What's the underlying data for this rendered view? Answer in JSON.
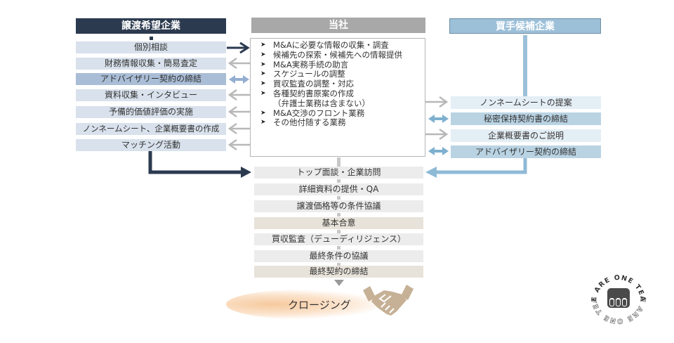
{
  "headers": {
    "seller": "譲渡希望企業",
    "us": "当社",
    "buyer": "買手候補企業"
  },
  "seller_steps": [
    {
      "label": "個別相談",
      "arrow": "right-dark"
    },
    {
      "label": "財務情報収集・簡易査定",
      "arrow": "left-gray"
    },
    {
      "label": "アドバイザリー契約の締結",
      "arrow": "both-blue"
    },
    {
      "label": "資料収集・インタビュー",
      "arrow": "left-gray"
    },
    {
      "label": "予備的価値評価の実施",
      "arrow": "left-gray"
    },
    {
      "label": "ノンネームシート、企業概要書の作成",
      "arrow": "left-gray"
    },
    {
      "label": "マッチング活動",
      "arrow": "left-gray"
    }
  ],
  "services": [
    {
      "bullet": "➤",
      "text": "M&Aに必要な情報の収集・調査"
    },
    {
      "bullet": "➤",
      "text": "候補先の探索・候補先への情報提供"
    },
    {
      "bullet": "➤",
      "text": "M&A実務手続の助言"
    },
    {
      "bullet": "➤",
      "text": "スケジュールの調整"
    },
    {
      "bullet": "➤",
      "text": "買収監査の調整・対応"
    },
    {
      "bullet": "➤",
      "text": "各種契約書原案の作成"
    },
    {
      "bullet": "",
      "text": "（弁護士業務は含まない）"
    },
    {
      "bullet": "➤",
      "text": "M&A交渉のフロント業務"
    },
    {
      "bullet": "➤",
      "text": "その他付随する業務"
    }
  ],
  "buyer_steps": [
    {
      "label": "ノンネームシートの提案",
      "arrow": "right-gray"
    },
    {
      "label": "秘密保持契約書の締結",
      "arrow": "both-blue"
    },
    {
      "label": "企業概要書のご説明",
      "arrow": "right-gray"
    },
    {
      "label": "アドバイザリー契約の締結",
      "arrow": "both-blue"
    }
  ],
  "joint_steps": [
    {
      "label": "トップ面談・企業訪問",
      "style": "light"
    },
    {
      "label": "詳細資料の提供・QA",
      "style": "light"
    },
    {
      "label": "譲渡価格等の条件協議",
      "style": "light"
    },
    {
      "label": "基本合意",
      "style": "beige"
    },
    {
      "label": "買収監査（デューディリジェンス）",
      "style": "light"
    },
    {
      "label": "最終条件の協議",
      "style": "light"
    },
    {
      "label": "最終契約の締結",
      "style": "beige"
    }
  ],
  "closing": {
    "label": "クロージング",
    "icon": "handshake-icon"
  },
  "badge": {
    "text": "WE ARE ONE TEAM",
    "icon": "fist-icon"
  },
  "colors": {
    "seller_dark": "#2b3a4f",
    "seller_light": "#d8e1ec",
    "seller_mid": "#a9bdd6",
    "us_gray": "#a8a8a8",
    "buyer_blue": "#9cc0d8",
    "buyer_light": "#e4eef5",
    "arrow_gray": "#b8b8b8",
    "arrow_blue": "#7fb0cf",
    "handshake": "#c6b196"
  }
}
